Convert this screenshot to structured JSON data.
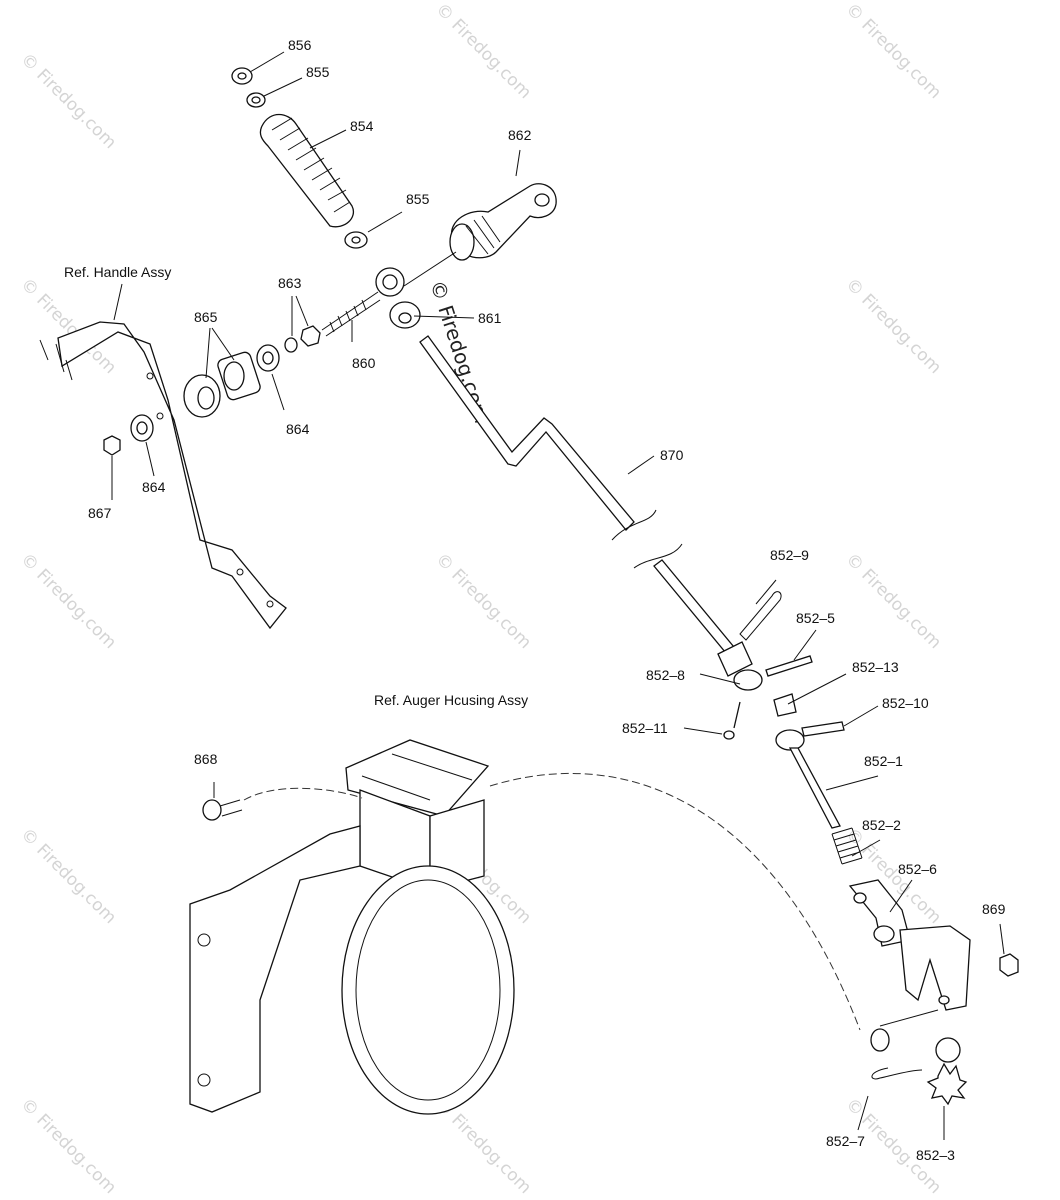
{
  "watermark": {
    "center_text": "© Firedog.com",
    "tile_text": "© Firedog.com"
  },
  "references": {
    "handle": "Ref. Handle Assy",
    "auger": "Ref. Auger Hcusing Assy"
  },
  "labels": {
    "p856": "856",
    "p855a": "855",
    "p854": "854",
    "p855b": "855",
    "p862": "862",
    "p863": "863",
    "p865": "865",
    "p861": "861",
    "p860": "860",
    "p864a": "864",
    "p864b": "864",
    "p867": "867",
    "p870": "870",
    "p852_9": "852–9",
    "p852_5": "852–5",
    "p852_8": "852–8",
    "p852_13": "852–13",
    "p852_10": "852–10",
    "p852_11": "852–11",
    "p852_1": "852–1",
    "p868": "868",
    "p852_2": "852–2",
    "p852_6": "852–6",
    "p869": "869",
    "p852_7": "852–7",
    "p852_3": "852–3"
  }
}
